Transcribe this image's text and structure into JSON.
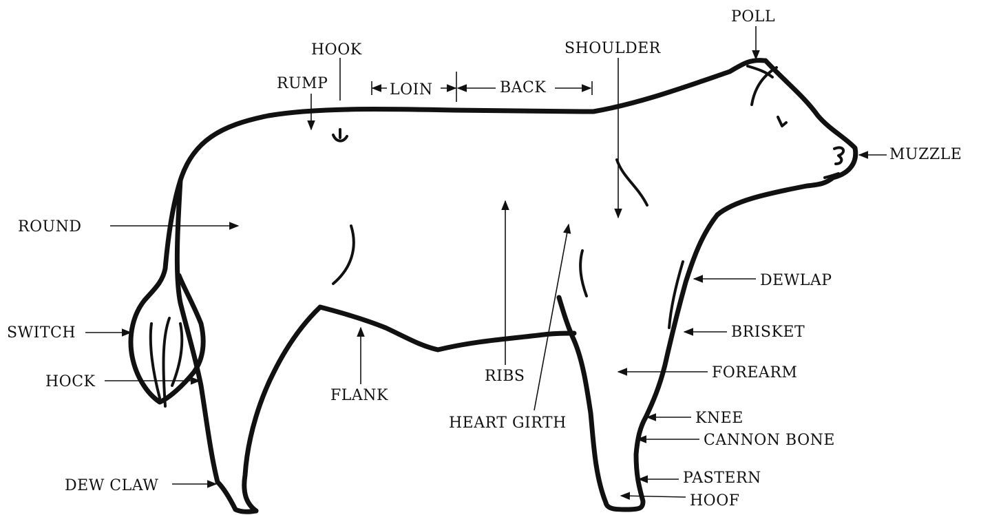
{
  "diagram": {
    "labels": {
      "poll": "POLL",
      "hook": "HOOK",
      "shoulder": "SHOULDER",
      "rump": "RUMP",
      "loin": "LOIN",
      "back": "BACK",
      "muzzle": "MUZZLE",
      "round": "ROUND",
      "dewlap": "DEWLAP",
      "switch": "SWITCH",
      "brisket": "BRISKET",
      "hock": "HOCK",
      "ribs": "RIBS",
      "forearm": "FOREARM",
      "flank": "FLANK",
      "heart_girth": "HEART GIRTH",
      "knee": "KNEE",
      "cannon_bone": "CANNON BONE",
      "pastern": "PASTERN",
      "dew_claw": "DEW CLAW",
      "hoof": "HOOF"
    }
  }
}
